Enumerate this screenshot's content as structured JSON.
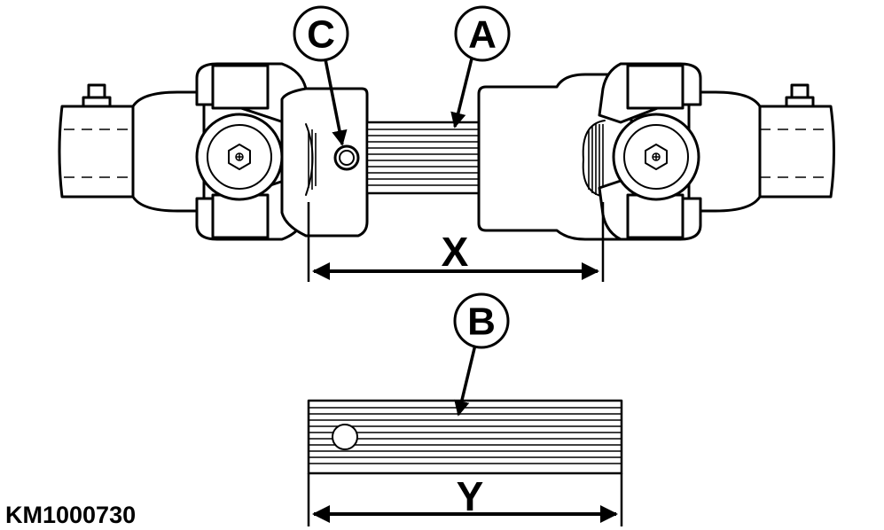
{
  "callouts": {
    "a": "A",
    "b": "B",
    "c": "C"
  },
  "dimensions": {
    "x": "X",
    "y": "Y"
  },
  "figure_id": "KM1000730"
}
